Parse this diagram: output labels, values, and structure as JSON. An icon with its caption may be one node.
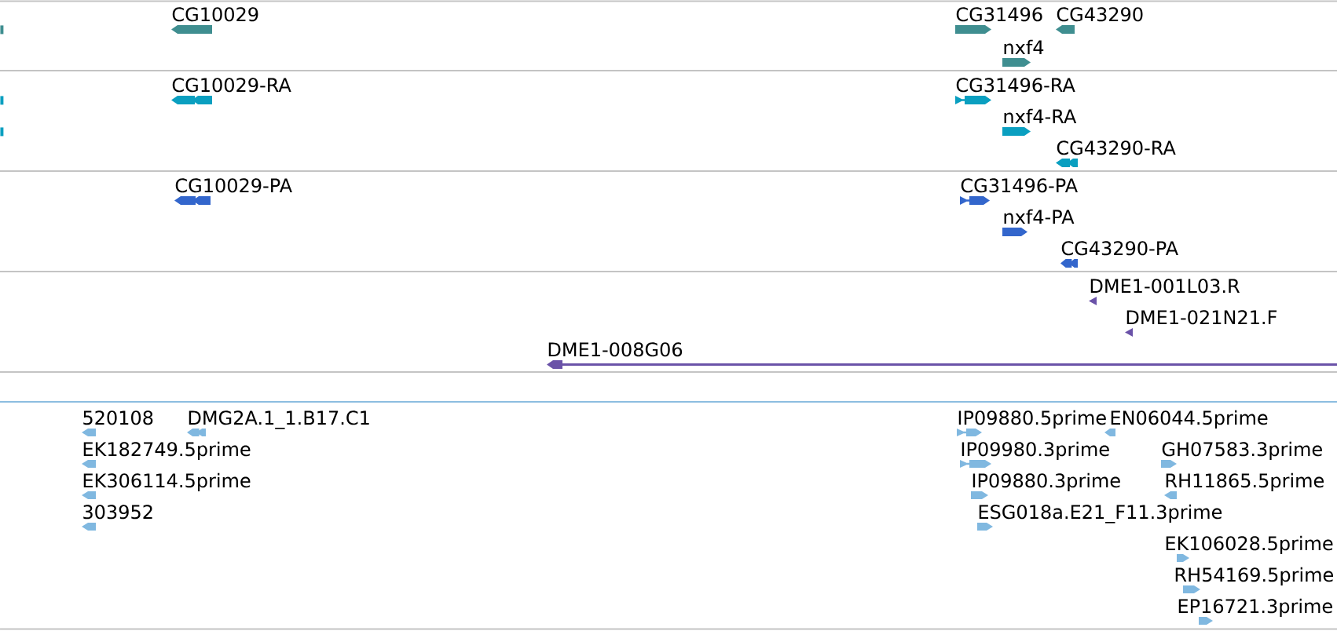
{
  "diagram": {
    "nodes": [
      {
        "text": [],
        "shape": "bar"
      },
      {
        "text": [
          "CG10029"
        ]
      },
      {
        "text": [
          "CG31496"
        ]
      },
      {
        "text": [
          "CG43290"
        ]
      },
      {
        "text": [
          "nxf4"
        ]
      },
      {
        "text": [],
        "shape": "bar"
      },
      {
        "text": [
          "CG10029-RA"
        ]
      },
      {
        "text": [
          "CG31496-RA"
        ]
      },
      {
        "text": [],
        "shape": "bar"
      },
      {
        "text": [
          "nxf4-RA"
        ]
      },
      {
        "text": [
          "CG43290-RA"
        ]
      },
      {
        "text": [
          "CG10029-PA"
        ]
      },
      {
        "text": [
          "CG31496-PA"
        ]
      },
      {
        "text": [
          "nxf4-PA"
        ]
      },
      {
        "text": [
          "CG43290-PA"
        ]
      },
      {
        "text": [
          "DME1-001L03.R"
        ]
      },
      {
        "text": [
          "DME1-021N21.F"
        ]
      },
      {
        "text": [
          "DME1-008G06"
        ]
      },
      {
        "text": [
          "520108"
        ]
      },
      {
        "text": [
          "DMG2A.1_1.B17.C1"
        ]
      },
      {
        "text": [
          "IP09880.5prime"
        ]
      },
      {
        "text": [
          "EN06044.5prime"
        ]
      },
      {
        "text": [
          "EK182749.5prime"
        ]
      },
      {
        "text": [
          "IP09980.3prime"
        ]
      },
      {
        "text": [
          "GH07583.3prime"
        ]
      },
      {
        "text": [
          "EK306114.5prime"
        ]
      },
      {
        "text": [
          "IP09880.3prime"
        ]
      },
      {
        "text": [
          "RH11865.5prime"
        ]
      },
      {
        "text": [
          "303952"
        ]
      },
      {
        "text": [
          "ESG018a.E21_F11.3prime"
        ]
      },
      {
        "text": [
          "EK106028.5prime"
        ]
      },
      {
        "text": [
          "RH54169.5prime"
        ]
      },
      {
        "text": [
          "EP16721.3prime"
        ]
      }
    ]
  }
}
